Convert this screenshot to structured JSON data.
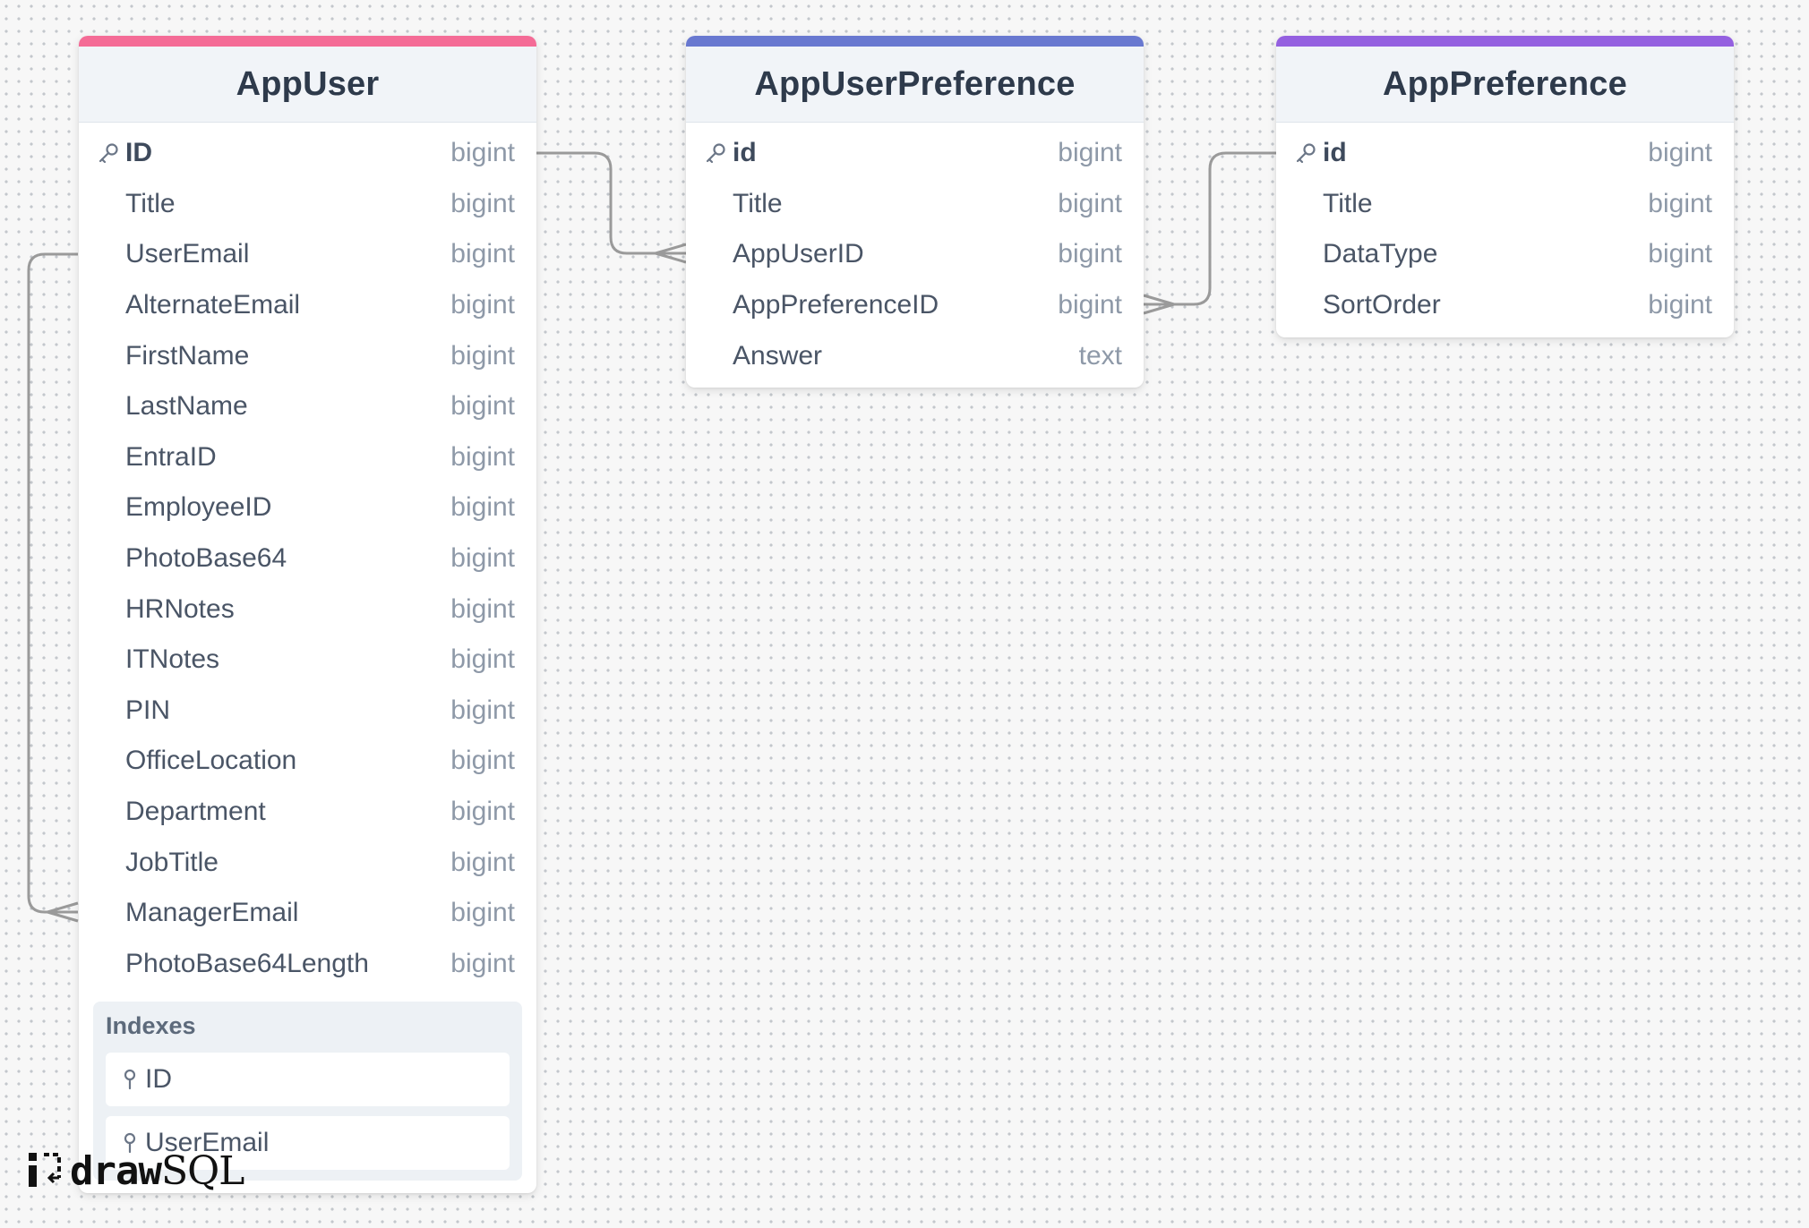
{
  "colors": {
    "app_user_accent": "#f46b96",
    "app_user_preference_accent": "#6878d0",
    "app_preference_accent": "#9460e0",
    "connector": "#9a9a9a",
    "canvas_background": "#f7f7f7"
  },
  "tables": {
    "app_user": {
      "name": "AppUser",
      "columns": [
        {
          "name": "ID",
          "type": "bigint",
          "pk": true
        },
        {
          "name": "Title",
          "type": "bigint"
        },
        {
          "name": "UserEmail",
          "type": "bigint"
        },
        {
          "name": "AlternateEmail",
          "type": "bigint"
        },
        {
          "name": "FirstName",
          "type": "bigint"
        },
        {
          "name": "LastName",
          "type": "bigint"
        },
        {
          "name": "EntraID",
          "type": "bigint"
        },
        {
          "name": "EmployeeID",
          "type": "bigint"
        },
        {
          "name": "PhotoBase64",
          "type": "bigint"
        },
        {
          "name": "HRNotes",
          "type": "bigint"
        },
        {
          "name": "ITNotes",
          "type": "bigint"
        },
        {
          "name": "PIN",
          "type": "bigint"
        },
        {
          "name": "OfficeLocation",
          "type": "bigint"
        },
        {
          "name": "Department",
          "type": "bigint"
        },
        {
          "name": "JobTitle",
          "type": "bigint"
        },
        {
          "name": "ManagerEmail",
          "type": "bigint"
        },
        {
          "name": "PhotoBase64Length",
          "type": "bigint"
        }
      ],
      "indexes_title": "Indexes",
      "indexes": [
        "ID",
        "UserEmail"
      ]
    },
    "app_user_preference": {
      "name": "AppUserPreference",
      "columns": [
        {
          "name": "id",
          "type": "bigint",
          "pk": true
        },
        {
          "name": "Title",
          "type": "bigint"
        },
        {
          "name": "AppUserID",
          "type": "bigint"
        },
        {
          "name": "AppPreferenceID",
          "type": "bigint"
        },
        {
          "name": "Answer",
          "type": "text"
        }
      ]
    },
    "app_preference": {
      "name": "AppPreference",
      "columns": [
        {
          "name": "id",
          "type": "bigint",
          "pk": true
        },
        {
          "name": "Title",
          "type": "bigint"
        },
        {
          "name": "DataType",
          "type": "bigint"
        },
        {
          "name": "SortOrder",
          "type": "bigint"
        }
      ]
    }
  },
  "relationships": [
    {
      "from": "AppUser.ID",
      "to": "AppUserPreference.AppUserID",
      "cardinality": "one-to-many"
    },
    {
      "from": "AppPreference.id",
      "to": "AppUserPreference.AppPreferenceID",
      "cardinality": "one-to-many"
    },
    {
      "from": "AppUser.UserEmail",
      "to": "AppUser.ManagerEmail",
      "cardinality": "one-to-many"
    }
  ],
  "brand": {
    "draw": "draw",
    "sql": "SQL"
  }
}
